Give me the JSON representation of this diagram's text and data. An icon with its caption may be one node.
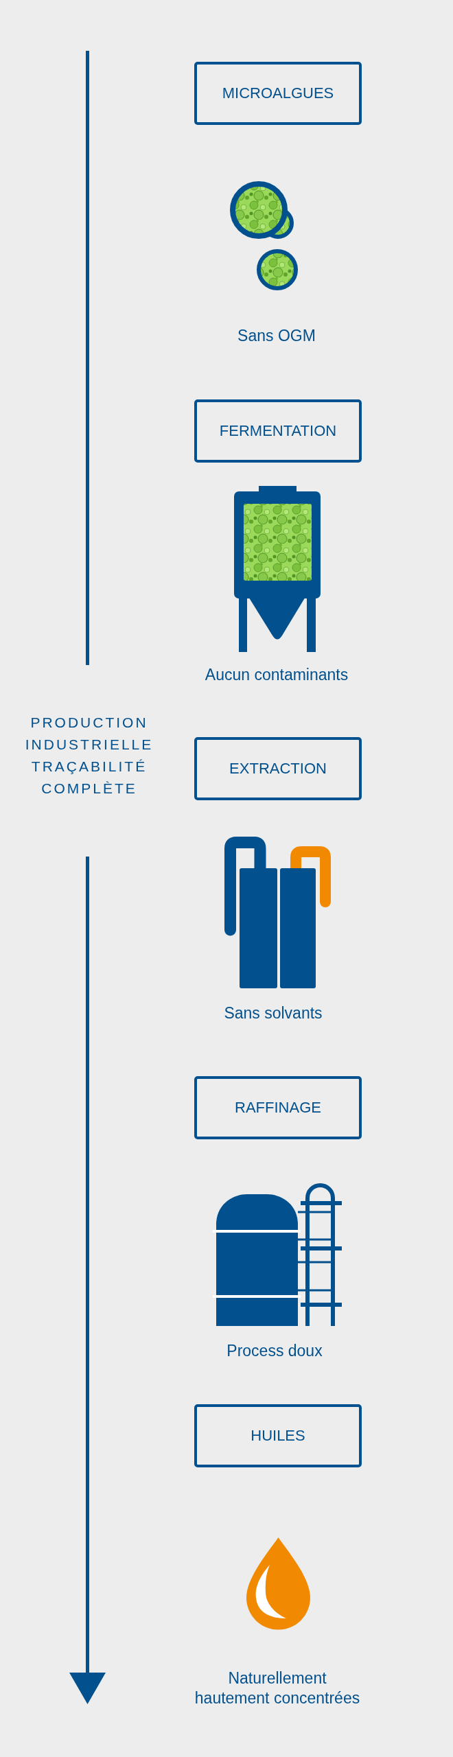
{
  "diagram": {
    "nodes": [
      {
        "text": [
          "MICROALGUES"
        ]
      },
      {
        "text": [
          "FERMENTATION"
        ]
      },
      {
        "text": [
          "EXTRACTION"
        ]
      },
      {
        "text": [
          "RAFFINAGE"
        ]
      },
      {
        "text": [
          "HUILES"
        ]
      }
    ],
    "labels": [
      "Sans OGM",
      "Aucun contaminants",
      "PRODUCTION INDUSTRIELLE TRAÇABILITÉ COMPLÈTE",
      "Sans solvants",
      "Process doux",
      "Naturellement hautement concentrées"
    ]
  }
}
